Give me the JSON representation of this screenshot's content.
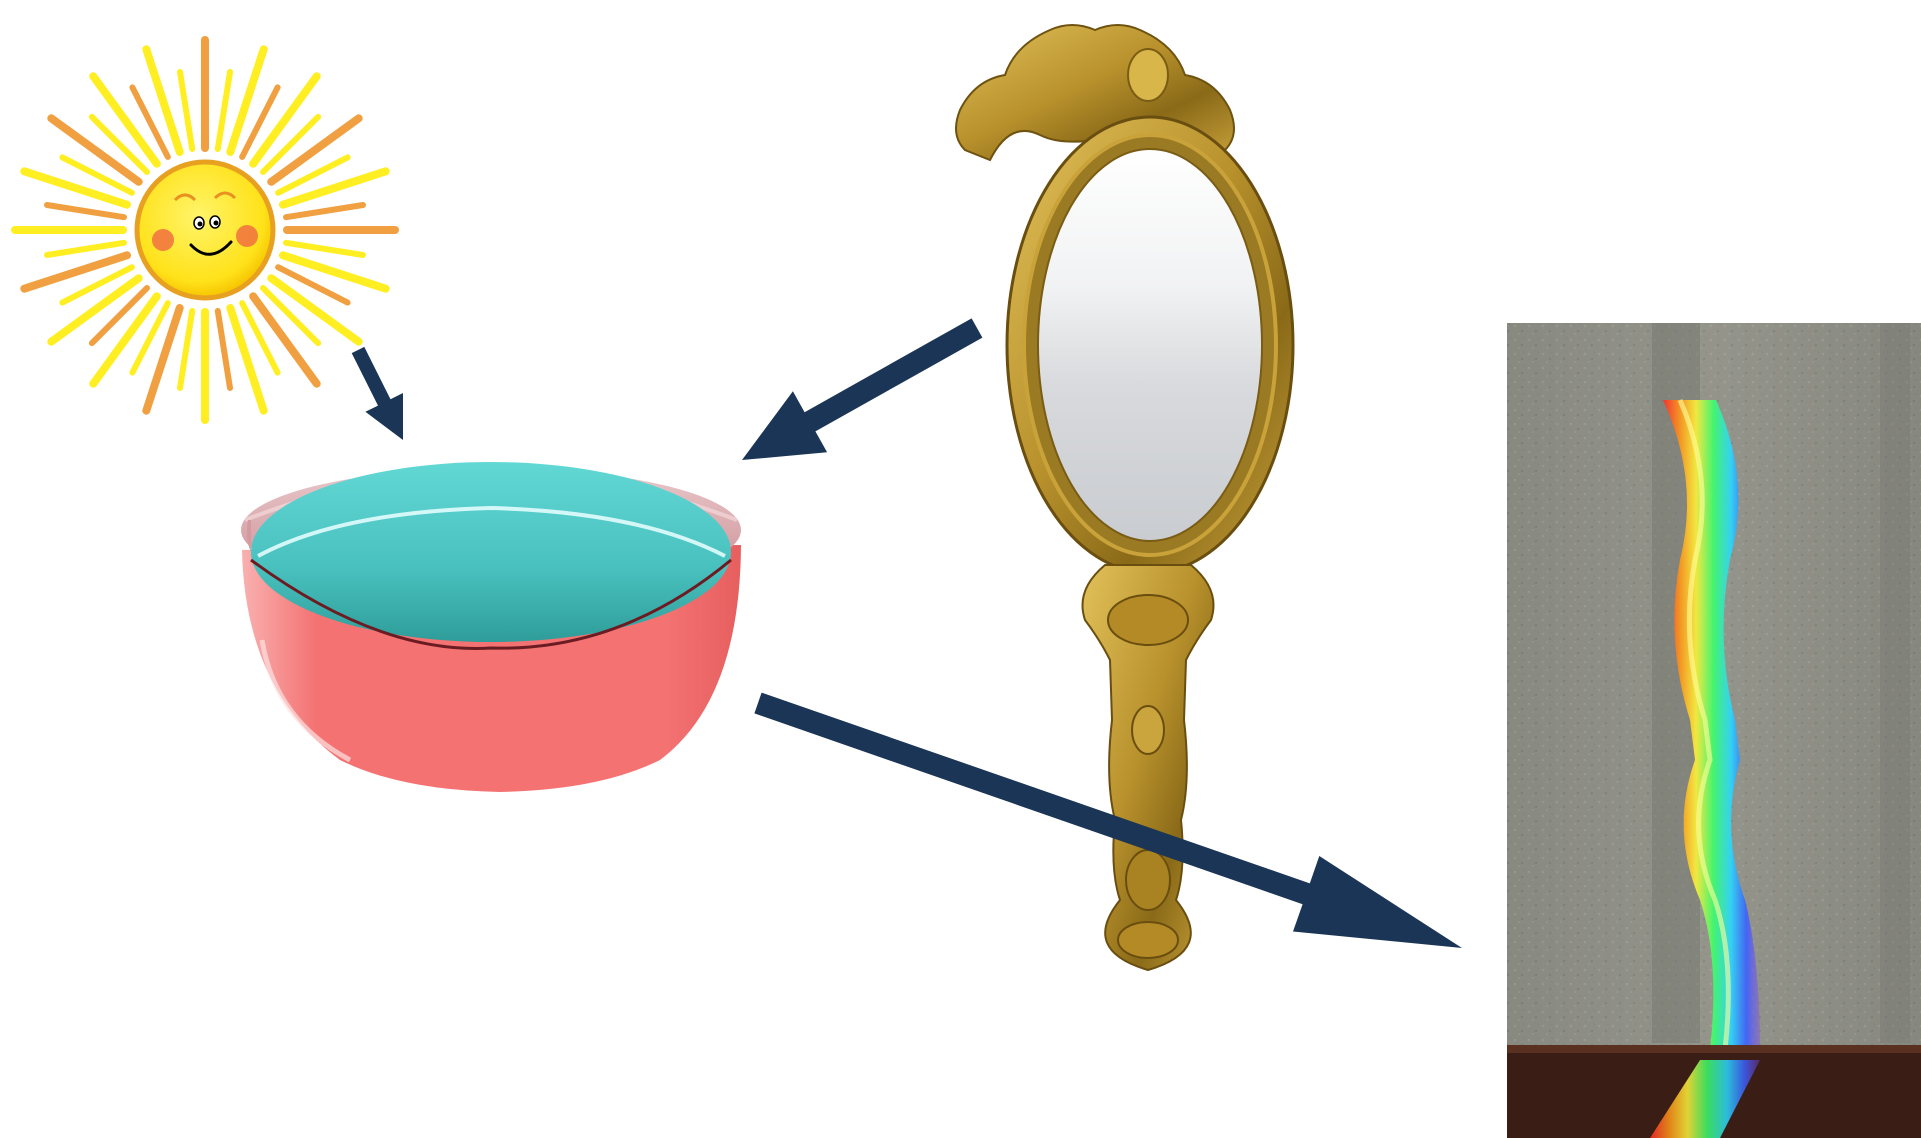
{
  "diagram": {
    "nodes": [
      {
        "id": "sun",
        "label": "",
        "icon": "smiling-sun-icon"
      },
      {
        "id": "bowl",
        "label": "",
        "icon": "water-bowl-icon"
      },
      {
        "id": "mirror",
        "label": "",
        "icon": "hand-mirror-icon"
      },
      {
        "id": "rainbow",
        "label": "",
        "icon": "rainbow-on-wall-photo"
      }
    ],
    "edges": [
      {
        "from": "sun",
        "to": "bowl"
      },
      {
        "from": "mirror",
        "to": "bowl"
      },
      {
        "from": "bowl",
        "to": "rainbow"
      }
    ]
  },
  "colors": {
    "arrow": "#1b3557",
    "bowl_body": "#f47272",
    "water": "#4ec9c6",
    "sun_yellow": "#ffee22",
    "sun_orange": "#f0a040",
    "mirror_frame": "#b8912c",
    "wall": "#8a8a80"
  }
}
